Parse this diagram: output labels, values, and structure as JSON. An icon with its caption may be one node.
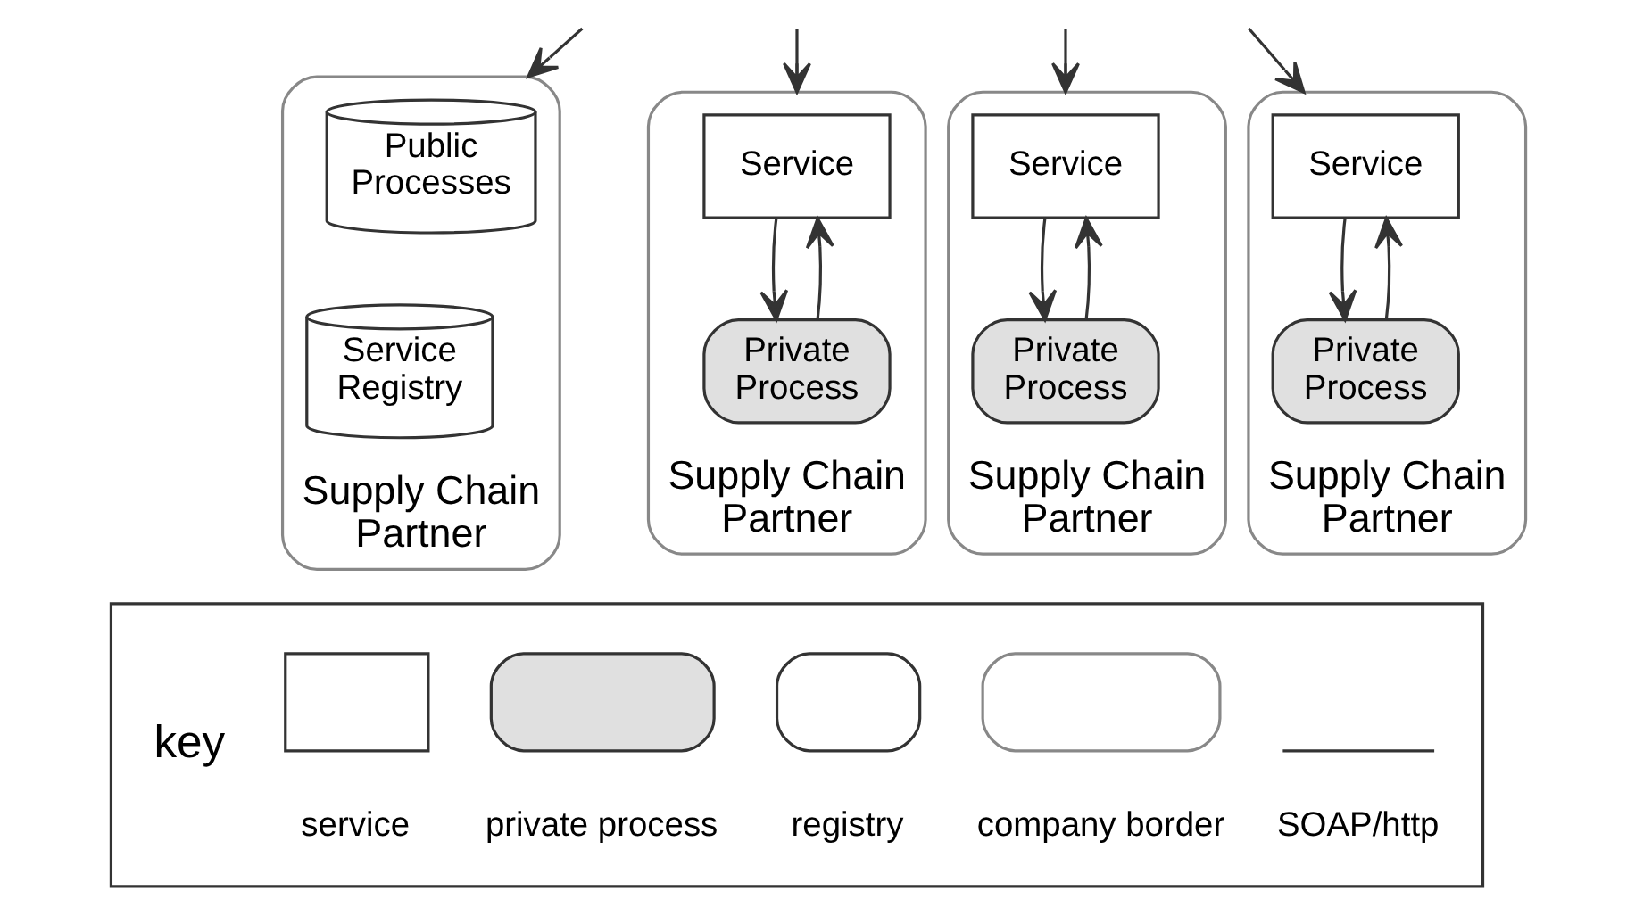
{
  "diagram": {
    "nodes": [
      {
        "text": [
          "Supply Chain Partner"
        ]
      },
      {
        "text": [
          "Public Processes"
        ],
        "in": 0
      },
      {
        "text": [
          "Service Registry"
        ],
        "in": 0
      },
      {
        "text": [
          "Supply Chain Partner"
        ]
      },
      {
        "text": [
          "Service"
        ],
        "in": 3
      },
      {
        "text": [
          "Private Process"
        ],
        "in": 3
      },
      {
        "text": [
          "Supply Chain Partner"
        ]
      },
      {
        "text": [
          "Service"
        ],
        "in": 6
      },
      {
        "text": [
          "Private Process"
        ],
        "in": 6
      },
      {
        "text": [
          "Supply Chain Partner"
        ]
      },
      {
        "text": [
          "Service"
        ],
        "in": 9
      },
      {
        "text": [
          "Private Process"
        ],
        "in": 9
      }
    ],
    "edges": [
      {
        "from": null,
        "to": 0,
        "arrow": "to"
      },
      {
        "from": null,
        "to": 3,
        "arrow": "to"
      },
      {
        "from": null,
        "to": 6,
        "arrow": "to"
      },
      {
        "from": null,
        "to": 9,
        "arrow": "to"
      },
      {
        "from": 5,
        "to": 4,
        "arrow": "to"
      },
      {
        "from": 4,
        "to": 5,
        "arrow": "to"
      },
      {
        "from": 8,
        "to": 7,
        "arrow": "to"
      },
      {
        "from": 7,
        "to": 8,
        "arrow": "to"
      },
      {
        "from": 11,
        "to": 10,
        "arrow": "to"
      },
      {
        "from": 10,
        "to": 11,
        "arrow": "to"
      }
    ],
    "labels": [
      "key"
    ],
    "legend": [
      {
        "text": "service"
      },
      {
        "text": "private process"
      },
      {
        "text": "registry"
      },
      {
        "text": "company border"
      },
      {
        "text": "SOAP/http"
      }
    ]
  }
}
